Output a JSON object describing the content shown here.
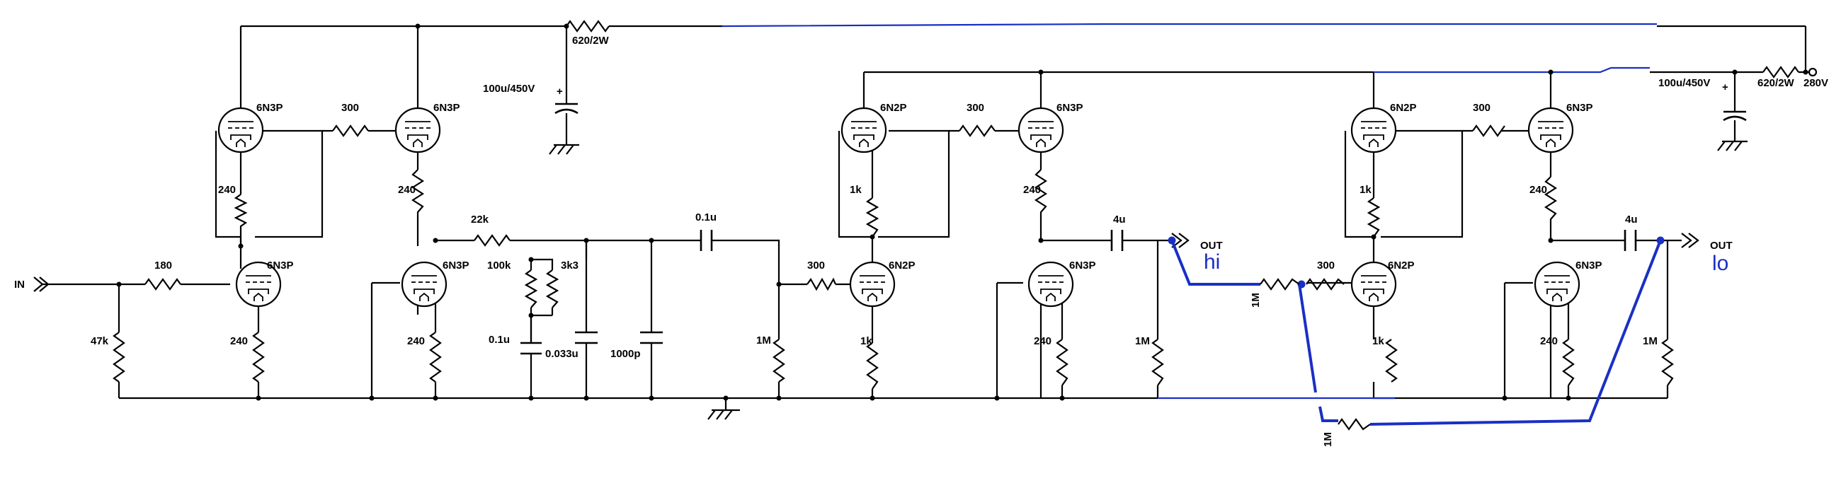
{
  "labels": {
    "input": "IN",
    "supply_voltage": "280V",
    "out_hi": "OUT",
    "out_lo": "OUT",
    "hi_note": "hi",
    "lo_note": "lo"
  },
  "components": {
    "r_supply_1": "620/2W",
    "r_supply_2": "620/2W",
    "c_filter_1": "100u/450V",
    "c_filter_2": "100u/450V",
    "r_in_series": "180",
    "r_in_shunt": "47k",
    "r_s1_cathode_top": "240",
    "r_s1_cathode_bot": "240",
    "r_s1_link": "300",
    "r_s2_cathode_top": "240",
    "r_s2_cathode_bot": "240",
    "r_eq_series": "22k",
    "r_eq_par_a": "100k",
    "r_eq_par_b": "3k3",
    "c_eq_small": "0.1u",
    "c_eq_mid": "0.033u",
    "c_eq_pf": "1000p",
    "c_couple": "0.1u",
    "r_grid_mid": "1M",
    "r_mid_grid": "300",
    "r_m1_cathode_top": "1k",
    "r_m1_cathode_bot": "1k",
    "r_m1_link": "300",
    "r_m2_cathode_top": "240",
    "r_m2_cathode_bot": "240",
    "c_out_hi": "4u",
    "r_out_hi": "1M",
    "r_fb_top": "1M",
    "r_right_grid": "300",
    "r_fb_bottom": "1M",
    "r_r1_cathode_top": "1k",
    "r_r1_cathode_bot": "1k",
    "r_r1_link": "300",
    "r_r2_cathode_top": "240",
    "r_r2_cathode_bot": "240",
    "c_out_lo": "4u",
    "r_out_lo": "1M"
  },
  "tubes": {
    "t1": "6N3P",
    "t2": "6N3P",
    "t3": "6N3P",
    "t4": "6N3P",
    "t5": "6N2P",
    "t6": "6N3P",
    "t7": "6N2P",
    "t8": "6N3P",
    "t9": "6N2P",
    "t10": "6N3P",
    "t11": "6N2P",
    "t12": "6N3P"
  }
}
